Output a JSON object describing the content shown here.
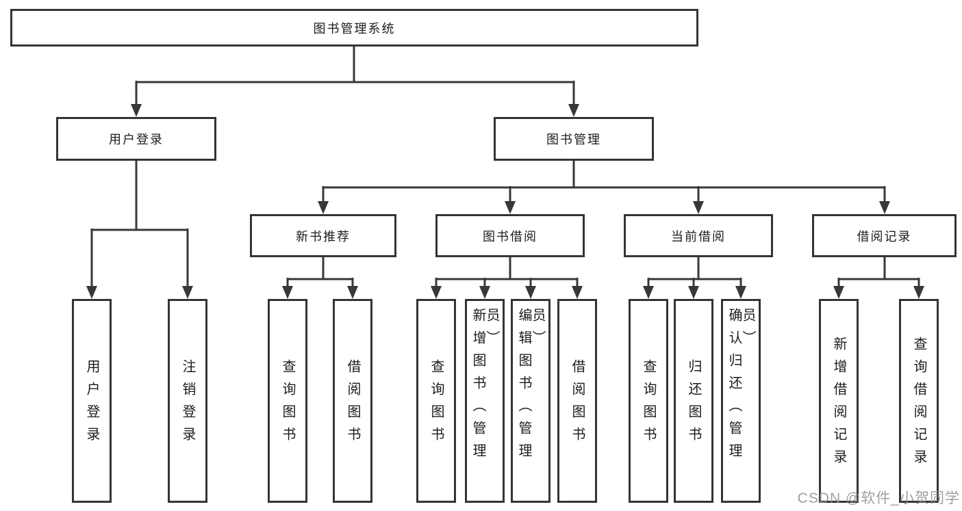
{
  "tree": {
    "root": {
      "label": "图书管理系统"
    },
    "user_login": {
      "label": "用户登录",
      "children": [
        {
          "label": "用户登录"
        },
        {
          "label": "注销登录"
        }
      ]
    },
    "book_management": {
      "label": "图书管理",
      "sections": [
        {
          "label": "新书推荐",
          "children": [
            {
              "label": "查询图书"
            },
            {
              "label": "借阅图书"
            }
          ]
        },
        {
          "label": "图书借阅",
          "children": [
            {
              "label": "查询图书"
            },
            {
              "label": "新增图书（管理员）"
            },
            {
              "label": "编辑图书（管理员）"
            },
            {
              "label": "借阅图书"
            }
          ]
        },
        {
          "label": "当前借阅",
          "children": [
            {
              "label": "查询图书"
            },
            {
              "label": "归还图书"
            },
            {
              "label": "确认归还（管理员）"
            }
          ]
        },
        {
          "label": "借阅记录",
          "children": [
            {
              "label": "新增借阅记录"
            },
            {
              "label": "查询借阅记录"
            }
          ]
        }
      ]
    }
  },
  "colors": {
    "line": "#383838",
    "border": "#343434",
    "text": "#1c1c1c",
    "watermark": "#8f8f8f",
    "background": "#ffffff"
  },
  "watermark": "CSDN @软件_小贺同学"
}
